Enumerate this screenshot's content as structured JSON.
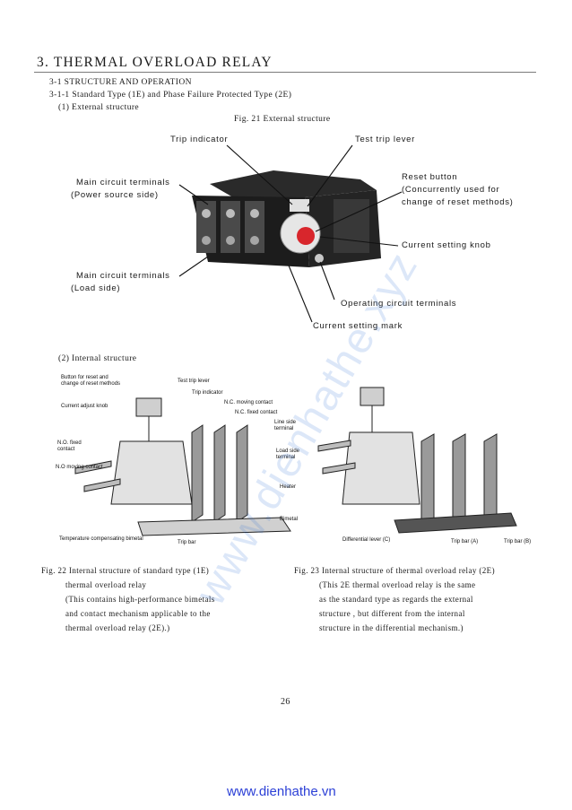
{
  "title": "3. THERMAL OVERLOAD RELAY",
  "section": "3-1 STRUCTURE AND OPERATION",
  "subsection": "3-1-1 Standard Type (1E) and Phase Failure Protected Type (2E)",
  "part1": "(1) External structure",
  "fig21_caption": "Fig. 21 External structure",
  "ext_labels": {
    "trip_indicator": "Trip indicator",
    "test_trip_lever": "Test trip lever",
    "main_source_1": "Main circuit terminals",
    "main_source_2": "(Power source side)",
    "reset_1": "Reset button",
    "reset_2": "(Concurrently used for",
    "reset_3": "change of reset methods)",
    "current_knob": "Current setting knob",
    "main_load_1": "Main circuit terminals",
    "main_load_2": "(Load side)",
    "operating_terminals": "Operating circuit terminals",
    "setting_mark": "Current setting mark"
  },
  "part2": "(2) Internal structure",
  "int_labels": {
    "button_reset_1": "Button for reset and",
    "button_reset_2": "change of reset methods",
    "test_trip_lever": "Test trip lever",
    "trip_indicator": "Trip indicator",
    "current_adjust": "Current adjust knob",
    "nc_moving": "N.C. moving contact",
    "nc_fixed": "N.C. fixed contact",
    "line_side_1": "Line side",
    "line_side_2": "terminal",
    "no_fixed_1": "N.O. fixed",
    "no_fixed_2": "contact",
    "no_moving": "N.O moving contact",
    "load_side_1": "Load side",
    "load_side_2": "terminal",
    "heater": "Heater",
    "bimetal": "Bimetal",
    "temp_bimetal": "Temperature compensating bimetal",
    "trip_bar": "Trip bar",
    "diff_lever": "Differential lever (C)",
    "trip_bar_a": "Trip bar (A)",
    "trip_bar_b": "Trip bar (B)"
  },
  "fig22": {
    "line1": "Fig. 22 Internal structure of standard type (1E)",
    "line2": "thermal overload relay",
    "line3": "(This contains high-performance bimetals",
    "line4": "and contact mechanism applicable to the",
    "line5": "thermal overload relay (2E).)"
  },
  "fig23": {
    "line1": "Fig. 23 Internal structure of thermal overload relay (2E)",
    "line2": "(This 2E thermal overload relay is the same",
    "line3": "as the standard type as regards the external",
    "line4": "structure , but different from the internal",
    "line5": "structure in the differential mechanism.)"
  },
  "page_number": "26",
  "watermark": "www.dienhathe.xyz",
  "footer_link": "www.dienhathe.vn",
  "colors": {
    "reset_button": "#d8262c",
    "watermark": "#2f6fd8",
    "link": "#2b3fd6"
  }
}
